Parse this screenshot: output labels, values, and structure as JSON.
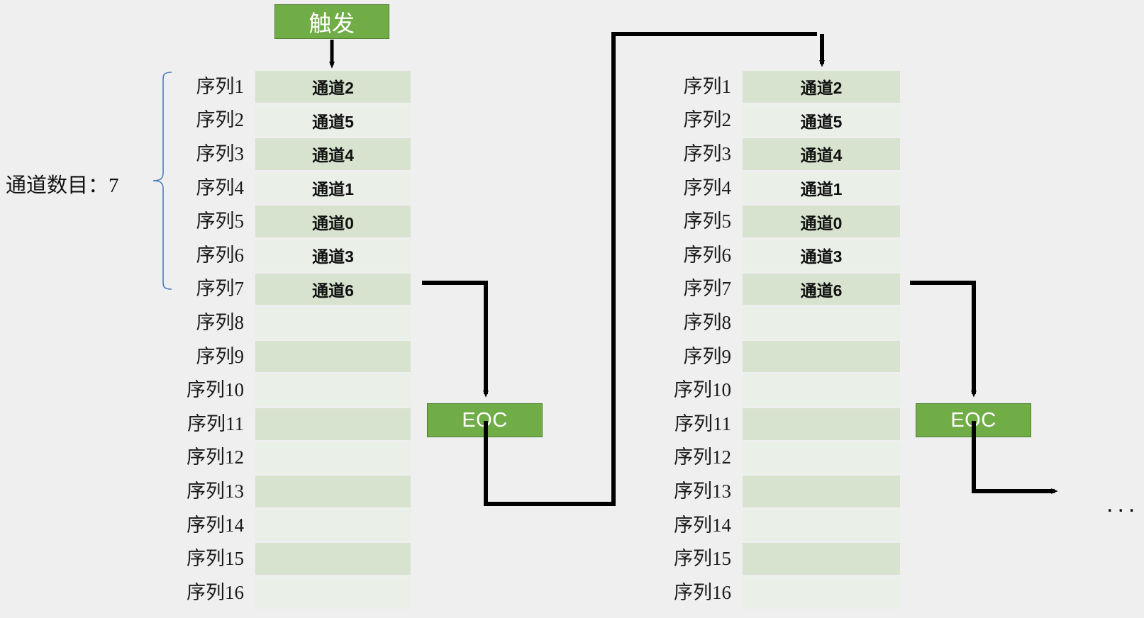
{
  "diagram": {
    "title_box": {
      "label": "触发"
    },
    "annotation": {
      "channel_count_label": "通道数目：7"
    },
    "eoc_left": {
      "label": "EOC"
    },
    "eoc_right": {
      "label": "EOC"
    },
    "continuation": {
      "ellipsis": "..."
    },
    "colors": {
      "background": "#efefef",
      "green_fill": "#70ad47",
      "green_border": "#507e32",
      "row_dark": "#d7e3ce",
      "row_light": "#eaefe8",
      "brace": "#4a7ebb",
      "connector": "#000000"
    },
    "icons": {
      "arrow_down_trigger": "arrow-down-icon",
      "arrow_down_eoc_left": "arrow-down-icon",
      "arrow_down_eoc_right": "arrow-down-icon",
      "arrow_down_feedback": "arrow-down-icon",
      "arrow_right_continue": "arrow-right-icon",
      "brace": "curly-brace-icon"
    }
  },
  "sequences": {
    "row_labels": [
      "序列1",
      "序列2",
      "序列3",
      "序列4",
      "序列5",
      "序列6",
      "序列7",
      "序列8",
      "序列9",
      "序列10",
      "序列11",
      "序列12",
      "序列13",
      "序列14",
      "序列15",
      "序列16"
    ],
    "left_values": [
      "通道2",
      "通道5",
      "通道4",
      "通道1",
      "通道0",
      "通道3",
      "通道6",
      "",
      "",
      "",
      "",
      "",
      "",
      "",
      "",
      ""
    ],
    "right_values": [
      "通道2",
      "通道5",
      "通道4",
      "通道1",
      "通道0",
      "通道3",
      "通道6",
      "",
      "",
      "",
      "",
      "",
      "",
      "",
      "",
      ""
    ],
    "shading": [
      "dark",
      "light",
      "dark",
      "light",
      "dark",
      "light",
      "dark",
      "light",
      "dark",
      "light",
      "dark",
      "light",
      "dark",
      "light",
      "dark",
      "light"
    ]
  }
}
